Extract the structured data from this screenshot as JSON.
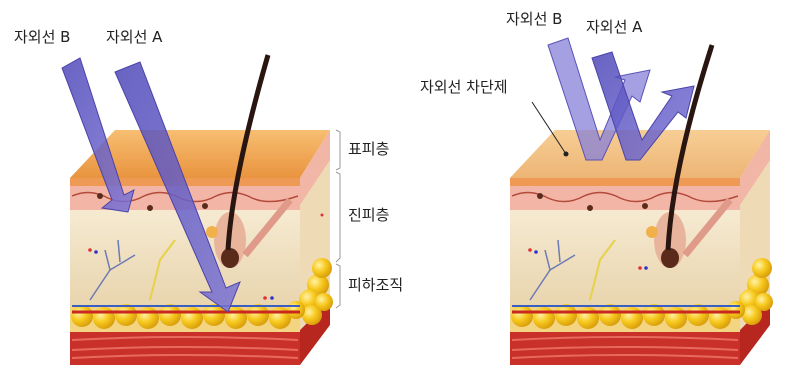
{
  "left_panel": {
    "uvb_label": "자외선 B",
    "uva_label": "자외선 A",
    "layers": {
      "epidermis": "표피층",
      "dermis": "진피층",
      "subcutaneous": "피하조직"
    }
  },
  "right_panel": {
    "uvb_label": "자외선 B",
    "uva_label": "자외선 A",
    "sunscreen_label": "자외선 차단제"
  },
  "colors": {
    "arrow": "#6a64c8",
    "epidermis": "#f0a04e",
    "dermis": "#f1e3c4",
    "fat": "#f5c21a",
    "muscle": "#c9302a"
  }
}
